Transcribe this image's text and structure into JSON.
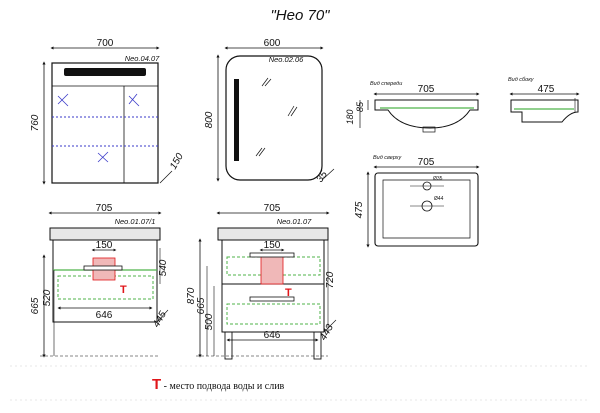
{
  "title": "\"Нео 70\"",
  "legend": {
    "symbol": "T",
    "text": " - место подвода воды и слив"
  },
  "colors": {
    "line": "#111111",
    "dash": "#3a3ac8",
    "green": "#4fb34a",
    "red": "#e0161a",
    "fill_top": "#e8e8e8"
  },
  "cabinet": {
    "code": "Neo.04.07",
    "width": "700",
    "height": "760",
    "depth": "150"
  },
  "mirror": {
    "code": "Neo.02.06",
    "width": "600",
    "height": "800",
    "depth": "35"
  },
  "vanity_drawer": {
    "code": "Neo.01.07/1",
    "width_top": "705",
    "inner_width": "646",
    "depth": "445",
    "service_width": "150",
    "height_total": "665",
    "height_lower": "520",
    "height_drawer": "540",
    "mark": "T"
  },
  "vanity_two_drawer": {
    "code": "Neo.01.07",
    "width_top": "705",
    "inner_width": "646",
    "depth": "443",
    "service_width": "150",
    "height_total": "870",
    "height_mid": "665",
    "height_lower": "500",
    "height_upper": "720",
    "mark": "T"
  },
  "basin_front": {
    "label": "Вид спереди",
    "width": "705",
    "height": "180",
    "rim": "85"
  },
  "basin_side": {
    "label": "Вид сбоку",
    "depth": "475"
  },
  "basin_top": {
    "label": "Вид сверху",
    "width": "705",
    "depth": "475",
    "note1": "Ø35",
    "note2": "Ø44"
  }
}
